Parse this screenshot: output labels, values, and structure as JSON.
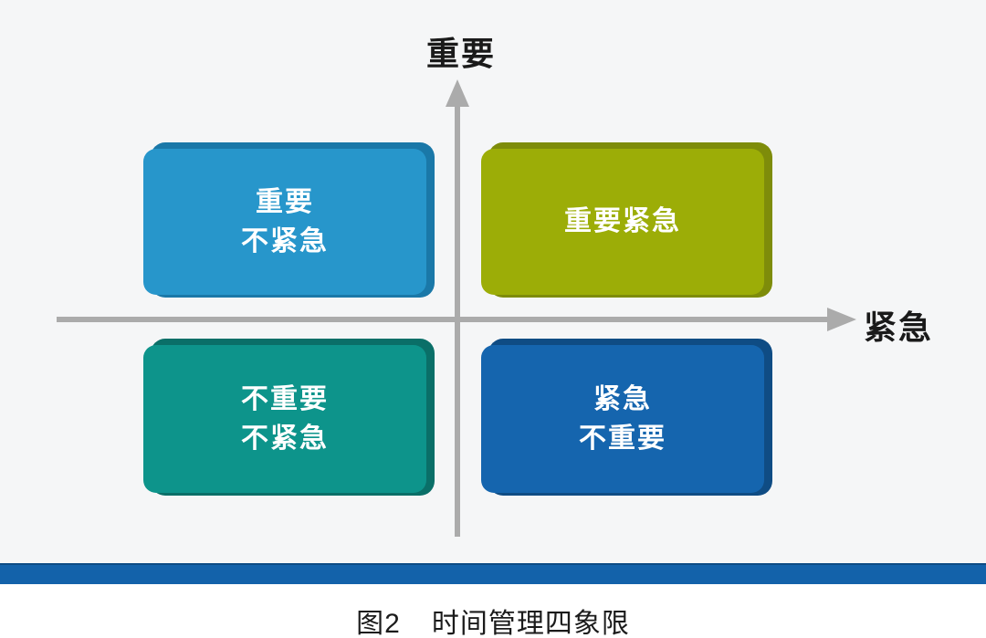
{
  "diagram": {
    "y_axis_label": "重要",
    "x_axis_label": "紧急",
    "axis_color": "#ababab",
    "background_color": "#f5f6f7",
    "quadrants": [
      {
        "position": "top-left",
        "meaning": "important-not-urgent",
        "lines": [
          "重要",
          "不紧急"
        ],
        "color": "#2796cb",
        "back_color": "#1a78a8"
      },
      {
        "position": "top-right",
        "meaning": "important-urgent",
        "lines": [
          "重要紧急"
        ],
        "color": "#9cad07",
        "back_color": "#7e8c0a"
      },
      {
        "position": "bottom-left",
        "meaning": "not-important-not-urgent",
        "lines": [
          "不重要",
          "不紧急"
        ],
        "color": "#0d948b",
        "back_color": "#0a6f68"
      },
      {
        "position": "bottom-right",
        "meaning": "urgent-not-important",
        "lines": [
          "紧急",
          "不重要"
        ],
        "color": "#1565ae",
        "back_color": "#0f4c84"
      }
    ],
    "divider_bar_color": "#1362aa",
    "caption_figure": "图2",
    "caption_text": "时间管理四象限"
  }
}
